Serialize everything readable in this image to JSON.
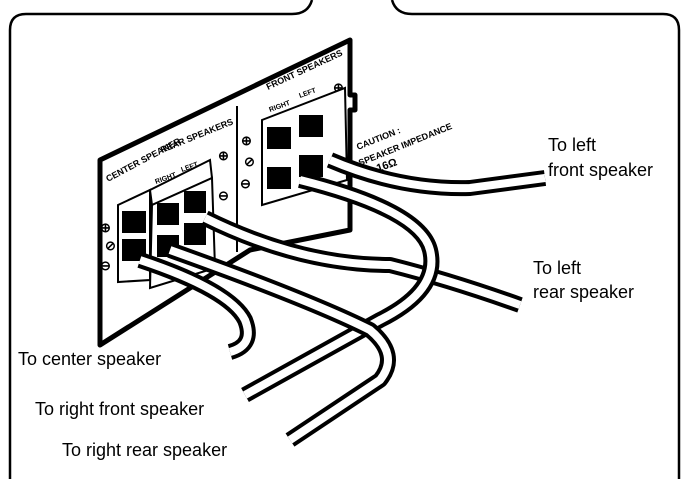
{
  "panel": {
    "center_label": "CENTER SPEAKER",
    "rear_label": "REAR SPEAKERS",
    "front_label": "FRONT SPEAKERS",
    "right": "RIGHT",
    "left": "LEFT",
    "plus": "⊕",
    "minus": "⊖",
    "ground": "⊘",
    "caution": "CAUTION :",
    "impedance": "SPEAKER IMPEDANCE",
    "ohms": "16Ω"
  },
  "labels": {
    "left_front": [
      "To left",
      "front speaker"
    ],
    "left_rear": [
      "To left",
      "rear speaker"
    ],
    "center": "To center speaker",
    "right_front": "To right front speaker",
    "right_rear": "To right  rear speaker"
  },
  "colors": {
    "line": "#000000",
    "background": "#ffffff"
  }
}
